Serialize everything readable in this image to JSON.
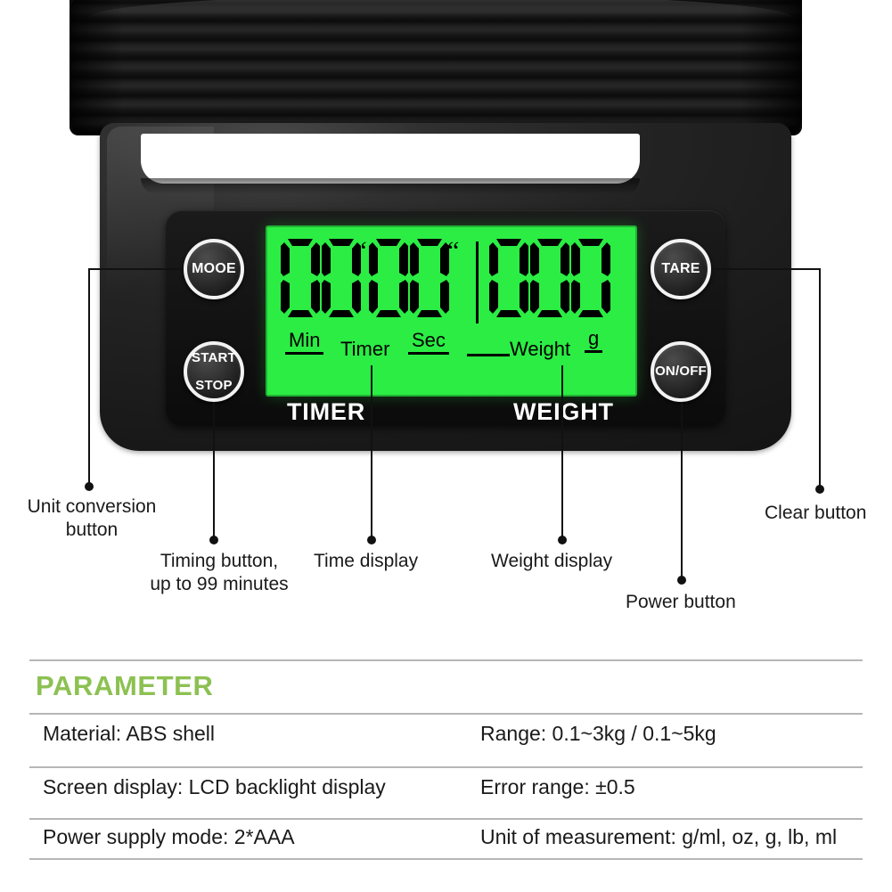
{
  "product": {
    "lcd": {
      "timer_value": "0000",
      "timer_digits": [
        "0",
        "0",
        "0",
        "0"
      ],
      "minute_tick": "‘",
      "second_tick": "“",
      "weight_value": "000",
      "weight_digits": [
        "0",
        "0",
        "0"
      ],
      "label_min": "Min",
      "label_timer": "Timer",
      "label_sec": "Sec",
      "label_weight": "Weight",
      "label_unit_g": "g",
      "backlight_color": "#2bed44"
    },
    "captions": {
      "timer": "TIMER",
      "weight": "WEIGHT"
    },
    "buttons": {
      "mode": "MOOE",
      "start_stop_line1": "START",
      "start_stop_line2": "STOP",
      "tare": "TARE",
      "on_off": "ON/OFF"
    }
  },
  "callouts": {
    "unit_conversion": "Unit conversion\nbutton",
    "timing": "Timing button,\nup to 99 minutes",
    "time_display": "Time display",
    "weight_display": "Weight display",
    "power": "Power button",
    "clear": "Clear button"
  },
  "parameters": {
    "title": "PARAMETER",
    "title_color": "#8cc152",
    "rows": [
      {
        "left": "Material: ABS shell",
        "right": "Range: 0.1~3kg / 0.1~5kg"
      },
      {
        "left": "Screen display: LCD backlight display",
        "right": "Error range: ±0.5"
      },
      {
        "left": "Power supply mode: 2*AAA",
        "right": "Unit of measurement: g/ml, oz, g, lb, ml"
      }
    ]
  }
}
